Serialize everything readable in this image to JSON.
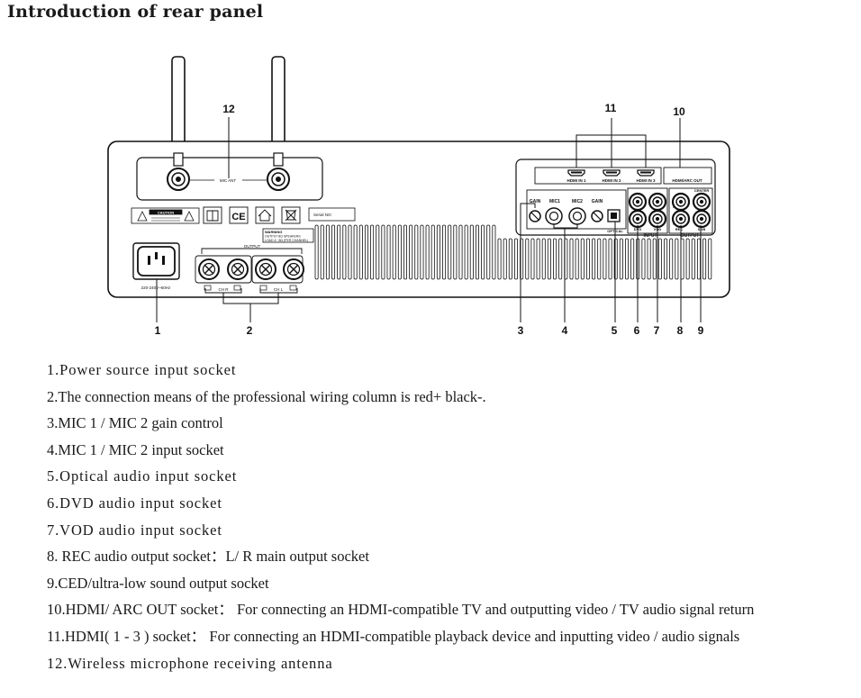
{
  "title": "Introduction of rear panel",
  "panel": {
    "mic_ant": "MIC ANT",
    "caution": "CAUTION",
    "ce": "CE",
    "serial_no": "Serial NO:",
    "output": "OUTPUT",
    "power_rating": "220-240V~50Hz",
    "ch_r": "CH R",
    "ch_l": "CH L",
    "warning_line1": "WARNING",
    "warning_line2": "OUTPUT 8Ω SPEAKERS",
    "warning_line3": "LOAD 4~ 8Ω (PER CHANNEL)",
    "hdmi_in_1": "HDMI IN 1",
    "hdmi_in_2": "HDMI IN 2",
    "hdmi_in_3": "HDMI IN 3",
    "hdmi_arc_out": "HDMI/ARC OUT",
    "gain_left": "GAIN",
    "mic1": "MIC1",
    "mic2": "MIC2",
    "gain_right": "GAIN",
    "optical": "OPTICAL",
    "dvd": "DVD",
    "vod": "VOD",
    "input": "INPUT",
    "rec": "REC",
    "center": "CENTER",
    "sub": "SUB",
    "output_right": "OUTPUT",
    "l": "L",
    "r": "R"
  },
  "callouts": [
    "1",
    "2",
    "3",
    "4",
    "5",
    "6",
    "7",
    "8",
    "9",
    "10",
    "11",
    "12"
  ],
  "descriptions": [
    "1.Power source input socket",
    "2.The connection means of the professional wiring column is red+ black-.",
    "3.MIC 1 / MIC 2 gain control",
    "4.MIC 1 / MIC 2 input socket",
    "5.Optical audio input socket",
    "6.DVD audio input socket",
    "7.VOD audio input socket",
    "8. REC audio output socket：L/ R main output socket",
    "9.CED/ultra-low sound output socket",
    "10.HDMI/ ARC OUT socket： For connecting an HDMI-compatible TV and outputting video / TV audio signal return",
    "11.HDMI( 1 - 3 ) socket： For connecting an HDMI-compatible playback device and inputting video / audio signals",
    "12.Wireless microphone receiving antenna"
  ]
}
